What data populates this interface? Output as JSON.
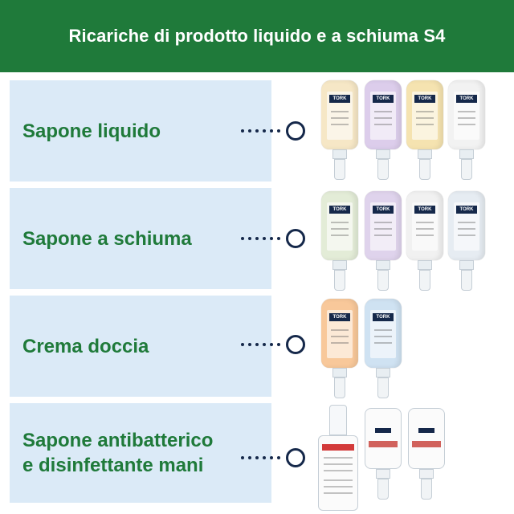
{
  "header": {
    "title": "Ricariche di prodotto liquido e a schiuma S4"
  },
  "categories": [
    {
      "label": "Sapone liquido"
    },
    {
      "label": "Sapone a schiuma"
    },
    {
      "label": "Crema doccia"
    },
    {
      "label": "Sapone antibatterico\ne disinfettante mani"
    }
  ],
  "brand": "TORK",
  "colors": {
    "header_bg": "#1f7a3a",
    "row_bg": "#dbeaf7",
    "label_text": "#1f7a3a",
    "connector": "#15284a",
    "bottles": {
      "liquid": [
        "#f6e7c6",
        "#dccdeb",
        "#f5e3b0",
        "#f2f2f2"
      ],
      "foam": [
        "#e3ecd7",
        "#dfd3ec",
        "#f1f1f1",
        "#e6ecf2"
      ],
      "shower": [
        "#f8c89a",
        "#cfe2f2"
      ]
    }
  }
}
